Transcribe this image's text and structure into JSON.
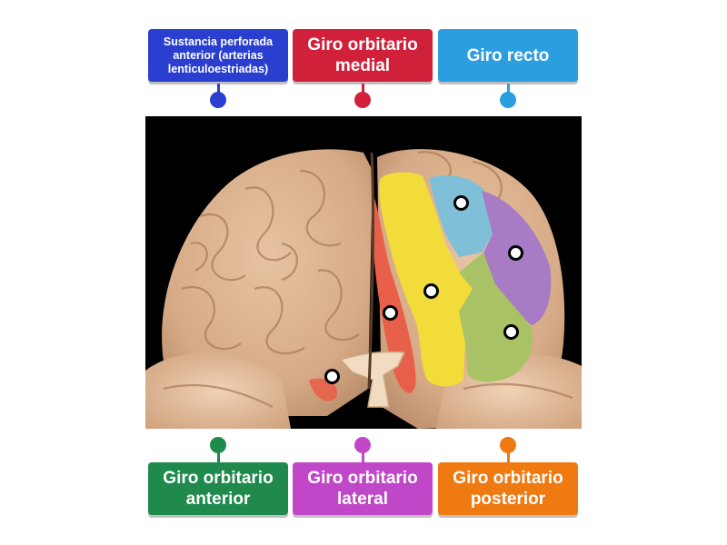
{
  "labels": {
    "sustancia": {
      "text": "Sustancia perforada anterior (arterias lenticuloestriadas)",
      "color": "#2a3fcf"
    },
    "orbitario_medial": {
      "text": "Giro orbitario medial",
      "color": "#d0203a"
    },
    "recto": {
      "text": "Giro recto",
      "color": "#2b9ee0"
    },
    "orbitario_anterior": {
      "text": "Giro orbitario anterior",
      "color": "#1f8a4c"
    },
    "orbitario_lateral": {
      "text": "Giro orbitario lateral",
      "color": "#c048c8"
    },
    "orbitario_posterior": {
      "text": "Giro orbitario posterior",
      "color": "#f07a12"
    }
  },
  "image": {
    "icon": "brain-inferior-view-photo"
  },
  "region_colors": {
    "yellow": "#f2dc3a",
    "blue": "#7fc0d8",
    "purple": "#a77cc4",
    "green": "#a9c266",
    "red": "#e8604a"
  }
}
